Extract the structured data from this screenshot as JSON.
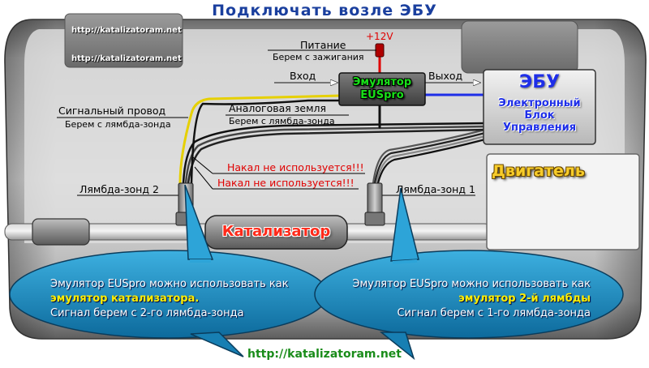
{
  "title": "Подключать возле ЭБУ",
  "watermarks": [
    "http://katalizatoram.net",
    "http://katalizatoram.net"
  ],
  "power": {
    "label": "Питание",
    "sub": "Берем с зажигания",
    "voltage": "+12V"
  },
  "emulator": {
    "line1": "Эмулятор",
    "line2": "EUSpro",
    "in_label": "Вход",
    "out_label": "Выход"
  },
  "ecu": {
    "title": "ЭБУ",
    "line1": "Электронный",
    "line2": "Блок",
    "line3": "Управления"
  },
  "signal_wire": {
    "label": "Сигнальный провод",
    "sub": "Берем с лямбда-зонда"
  },
  "ground": {
    "label": "Аналоговая земля",
    "sub": "Берем с лямбда-зонда"
  },
  "heater_notes": [
    "Накал не используется!!!",
    "Накал не используется!!!"
  ],
  "engine": "Двигатель",
  "sensor2": "Лямбда-зонд 2",
  "sensor1": "Лямбда-зонд 1",
  "catalyst": "Катализатор",
  "bubble_left": {
    "l1": "Эмулятор EUSpro можно использовать как",
    "l2": "эмулятор катализатора.",
    "l3": "Сигнал берем с 2-го лямбда-зонда"
  },
  "bubble_right": {
    "l1": "Эмулятор EUSpro можно использовать как",
    "l2": "эмулятор 2-й лямбды",
    "l3": "Сигнал берем с 1-го лямбда-зонда"
  },
  "footer_url": "http://katalizatoram.net",
  "colors": {
    "emulator_green": "#19e019",
    "ecu_blue": "#1e2ee8",
    "note_red": "#e00000",
    "bubble_blue": "#1c8fc4",
    "signal_yellow": "#e6d000",
    "engine_yellow": "#f7cc2a"
  }
}
